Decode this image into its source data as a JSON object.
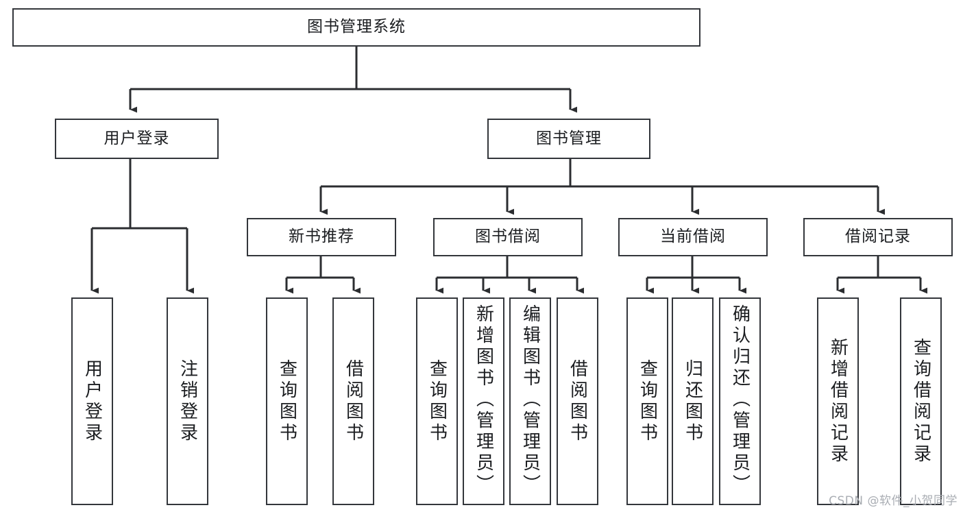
{
  "diagram": {
    "title": "图书管理系统",
    "type": "tree-hierarchy",
    "watermark": "CSDN @软件_小贺同学",
    "style": {
      "background": "#ffffff",
      "box_border": "#33363b",
      "connector": "#2b2d30",
      "text": "#1b1d20",
      "watermark_color": "#a9adb3"
    },
    "root": {
      "id": "root",
      "label": "图书管理系统"
    },
    "level2": [
      {
        "id": "user-login",
        "label": "用户登录"
      },
      {
        "id": "book-manage",
        "label": "图书管理"
      }
    ],
    "level3": [
      {
        "id": "new-book-rec",
        "label": "新书推荐",
        "parent": "book-manage"
      },
      {
        "id": "book-borrow",
        "label": "图书借阅",
        "parent": "book-manage"
      },
      {
        "id": "current-borrow",
        "label": "当前借阅",
        "parent": "book-manage"
      },
      {
        "id": "borrow-record",
        "label": "借阅记录",
        "parent": "book-manage"
      }
    ],
    "leaves": [
      {
        "id": "leaf-user-login",
        "label": "用户登录",
        "parent": "user-login"
      },
      {
        "id": "leaf-user-logout",
        "label": "注销登录",
        "parent": "user-login"
      },
      {
        "id": "leaf-query-book-1",
        "label": "查询图书",
        "parent": "new-book-rec"
      },
      {
        "id": "leaf-borrow-book-1",
        "label": "借阅图书",
        "parent": "new-book-rec"
      },
      {
        "id": "leaf-query-book-2",
        "label": "查询图书",
        "parent": "book-borrow"
      },
      {
        "id": "leaf-add-book",
        "label": "新增图书（管理员）",
        "parent": "book-borrow"
      },
      {
        "id": "leaf-edit-book",
        "label": "编辑图书（管理员）",
        "parent": "book-borrow"
      },
      {
        "id": "leaf-borrow-book-2",
        "label": "借阅图书",
        "parent": "book-borrow"
      },
      {
        "id": "leaf-query-book-3",
        "label": "查询图书",
        "parent": "current-borrow"
      },
      {
        "id": "leaf-return-book",
        "label": "归还图书",
        "parent": "current-borrow"
      },
      {
        "id": "leaf-confirm-return",
        "label": "确认归还（管理员）",
        "parent": "current-borrow"
      },
      {
        "id": "leaf-add-record",
        "label": "新增借阅记录",
        "parent": "borrow-record"
      },
      {
        "id": "leaf-query-record",
        "label": "查询借阅记录",
        "parent": "borrow-record"
      }
    ]
  }
}
